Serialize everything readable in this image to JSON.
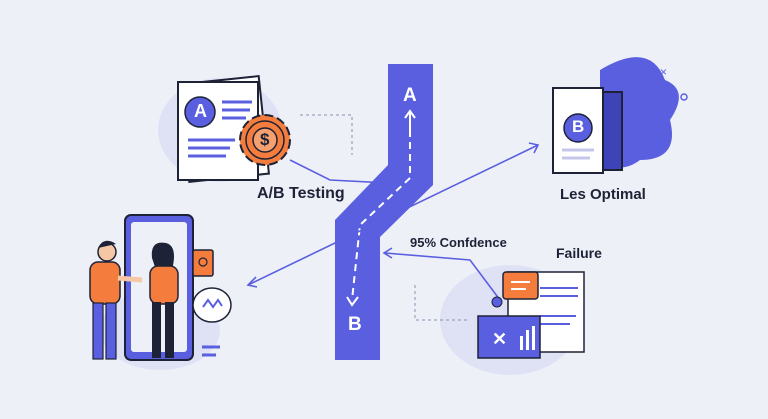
{
  "labels": {
    "ab_testing": "A/B Testing",
    "less_optimal": "Les Optimal",
    "confidence": "95% Confdence",
    "failure": "Failure"
  },
  "path": {
    "top_letter": "A",
    "bottom_letter": "B"
  },
  "cards": {
    "variant_a_letter": "A",
    "variant_b_letter": "B",
    "coin_symbol": "$"
  },
  "colors": {
    "background": "#eef0f8",
    "primary": "#5a5fe0",
    "accent_orange": "#f47c3c",
    "ink": "#1d2236",
    "blob": "#dfe2f5"
  }
}
